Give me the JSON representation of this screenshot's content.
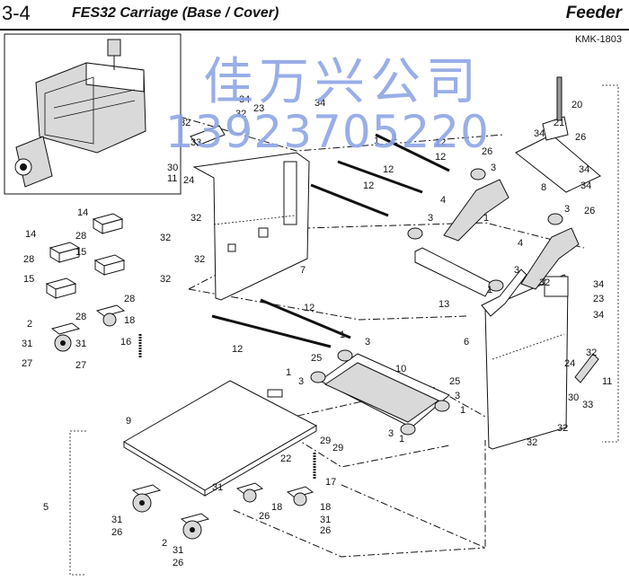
{
  "header": {
    "section_number": "3-4",
    "title": "FES32 Carriage (Base / Cover)",
    "category": "Feeder",
    "doc_code": "KMK-1803"
  },
  "watermark": {
    "company": "佳万兴公司",
    "phone": "13923705220"
  },
  "callouts": [
    {
      "id": "c20",
      "text": "20"
    },
    {
      "id": "c21",
      "text": "21"
    },
    {
      "id": "c34a",
      "text": "34"
    },
    {
      "id": "c26a",
      "text": "26"
    },
    {
      "id": "c26b",
      "text": "26"
    },
    {
      "id": "c3a",
      "text": "3"
    },
    {
      "id": "c34b",
      "text": "34"
    },
    {
      "id": "c8",
      "text": "8"
    },
    {
      "id": "c34c",
      "text": "34"
    },
    {
      "id": "c26c",
      "text": "26"
    },
    {
      "id": "c3b",
      "text": "3"
    },
    {
      "id": "c4a",
      "text": "4"
    },
    {
      "id": "c1a",
      "text": "1"
    },
    {
      "id": "c4b",
      "text": "4"
    },
    {
      "id": "c3c",
      "text": "3"
    },
    {
      "id": "c3d",
      "text": "3"
    },
    {
      "id": "c1b",
      "text": "1"
    },
    {
      "id": "c13",
      "text": "13"
    },
    {
      "id": "c12a",
      "text": "12"
    },
    {
      "id": "c12b",
      "text": "12"
    },
    {
      "id": "c12c",
      "text": "12"
    },
    {
      "id": "c1c",
      "text": "1"
    },
    {
      "id": "c1d",
      "text": "1"
    },
    {
      "id": "c12d",
      "text": "12"
    },
    {
      "id": "c12e",
      "text": "12"
    },
    {
      "id": "c12f",
      "text": "12"
    },
    {
      "id": "c1e",
      "text": "1"
    },
    {
      "id": "c3e",
      "text": "3"
    },
    {
      "id": "c25a",
      "text": "25"
    },
    {
      "id": "c10",
      "text": "10"
    },
    {
      "id": "c25b",
      "text": "25"
    },
    {
      "id": "c3f",
      "text": "3"
    },
    {
      "id": "c1f",
      "text": "1"
    },
    {
      "id": "c3g",
      "text": "3"
    },
    {
      "id": "c1g",
      "text": "1"
    },
    {
      "id": "c1h",
      "text": "1"
    },
    {
      "id": "c3h",
      "text": "3"
    },
    {
      "id": "c6",
      "text": "6"
    },
    {
      "id": "c32a",
      "text": "32"
    },
    {
      "id": "c34d",
      "text": "34"
    },
    {
      "id": "c23a",
      "text": "23"
    },
    {
      "id": "c34e",
      "text": "34"
    },
    {
      "id": "c32b",
      "text": "32"
    },
    {
      "id": "c24a",
      "text": "24"
    },
    {
      "id": "c11a",
      "text": "11"
    },
    {
      "id": "c30a",
      "text": "30"
    },
    {
      "id": "c33a",
      "text": "33"
    },
    {
      "id": "c32c",
      "text": "32"
    },
    {
      "id": "c32d",
      "text": "32"
    },
    {
      "id": "c34f",
      "text": "34"
    },
    {
      "id": "c23b",
      "text": "23"
    },
    {
      "id": "c34g",
      "text": "34"
    },
    {
      "id": "c32e",
      "text": "32"
    },
    {
      "id": "c32f",
      "text": "32"
    },
    {
      "id": "c33b",
      "text": "33"
    },
    {
      "id": "c30b",
      "text": "30"
    },
    {
      "id": "c11b",
      "text": "11"
    },
    {
      "id": "c24b",
      "text": "24"
    },
    {
      "id": "c32g",
      "text": "32"
    },
    {
      "id": "c32h",
      "text": "32"
    },
    {
      "id": "c32i",
      "text": "32"
    },
    {
      "id": "c32j",
      "text": "32"
    },
    {
      "id": "c7",
      "text": "7"
    },
    {
      "id": "c14a",
      "text": "14"
    },
    {
      "id": "c14b",
      "text": "14"
    },
    {
      "id": "c28a",
      "text": "28"
    },
    {
      "id": "c28b",
      "text": "28"
    },
    {
      "id": "c15a",
      "text": "15"
    },
    {
      "id": "c15b",
      "text": "15"
    },
    {
      "id": "c28c",
      "text": "28"
    },
    {
      "id": "c28d",
      "text": "28"
    },
    {
      "id": "c18a",
      "text": "18"
    },
    {
      "id": "c2a",
      "text": "2"
    },
    {
      "id": "c31a",
      "text": "31"
    },
    {
      "id": "c31b",
      "text": "31"
    },
    {
      "id": "c16",
      "text": "16"
    },
    {
      "id": "c27a",
      "text": "27"
    },
    {
      "id": "c27b",
      "text": "27"
    },
    {
      "id": "c9",
      "text": "9"
    },
    {
      "id": "c29a",
      "text": "29"
    },
    {
      "id": "c29b",
      "text": "29"
    },
    {
      "id": "c22",
      "text": "22"
    },
    {
      "id": "c17",
      "text": "17"
    },
    {
      "id": "c5",
      "text": "5"
    },
    {
      "id": "c31c",
      "text": "31"
    },
    {
      "id": "c31d",
      "text": "31"
    },
    {
      "id": "c26d",
      "text": "26"
    },
    {
      "id": "c18b",
      "text": "18"
    },
    {
      "id": "c18c",
      "text": "18"
    },
    {
      "id": "c31e",
      "text": "31"
    },
    {
      "id": "c26e",
      "text": "26"
    },
    {
      "id": "c26f",
      "text": "26"
    },
    {
      "id": "c2b",
      "text": "2"
    },
    {
      "id": "c31f",
      "text": "31"
    },
    {
      "id": "c26g",
      "text": "26"
    }
  ]
}
